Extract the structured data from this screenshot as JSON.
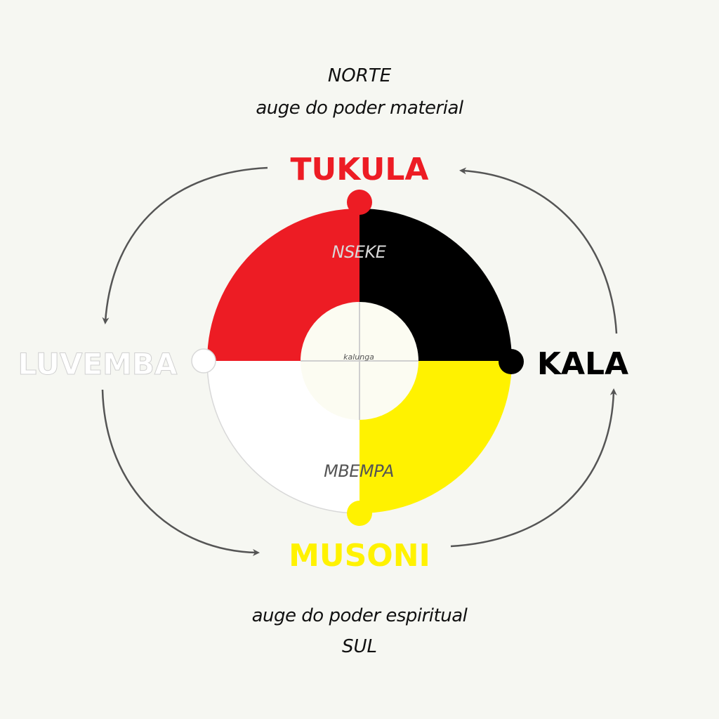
{
  "title_top": {
    "direction": "NORTE",
    "description": "auge do poder material"
  },
  "title_bottom": {
    "description": "auge do poder espiritual",
    "direction": "SUL"
  },
  "nodes": {
    "top": {
      "label": "TUKULA",
      "color": "#ed1c24"
    },
    "right": {
      "label": "KALA",
      "color": "#000000"
    },
    "bottom": {
      "label": "MUSONI",
      "color": "#fff200"
    },
    "left": {
      "label": "LUVEMBA",
      "color": "#ffffff"
    }
  },
  "quadrants": {
    "top_left": "#ed1c24",
    "top_right": "#000000",
    "bottom_right": "#fff200",
    "bottom_left": "#ffffff"
  },
  "inner_labels": {
    "upper": "NSEKE",
    "lower": "MBEMPA",
    "center": "kalunga"
  },
  "colors": {
    "background": "#f6f7f2",
    "inner_circle": "#fcfcf2",
    "arrow": "#555555",
    "divider": "#cfcfcf"
  }
}
